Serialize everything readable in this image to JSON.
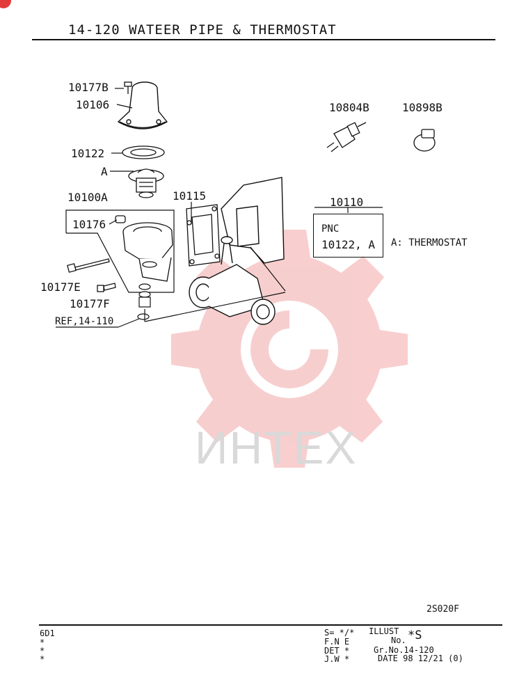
{
  "header": {
    "title": "14-120  WATEER PIPE & THERMOSTAT"
  },
  "parts": {
    "p10177B": "10177B",
    "p10106": "10106",
    "p10122": "10122",
    "pA": "A",
    "p10100A": "10100A",
    "p10176": "10176",
    "p10115": "10115",
    "p10177E": "10177E",
    "p10177F": "10177F",
    "ref": "REF,14-110",
    "p10804B": "10804B",
    "p10898B": "10898B",
    "p10110": "10110"
  },
  "note": {
    "line1": "PNC",
    "line2": "10122, A",
    "legend": "A: THERMOSTAT"
  },
  "illust_code": "2S020F",
  "watermark": {
    "text": "ИНТЕХ",
    "color": "#f3b8b8"
  },
  "footer": {
    "model": "6D1",
    "stars": [
      "*",
      "*",
      "*"
    ],
    "s_label": "S= */*",
    "fne": "F.N E",
    "det": "DET *",
    "jw": "J.W *",
    "illust": "ILLUST",
    "no_label": "No.",
    "no_value": "*S",
    "grno": "Gr.No.14-120",
    "date": "DATE 98 12/21 (0)"
  }
}
